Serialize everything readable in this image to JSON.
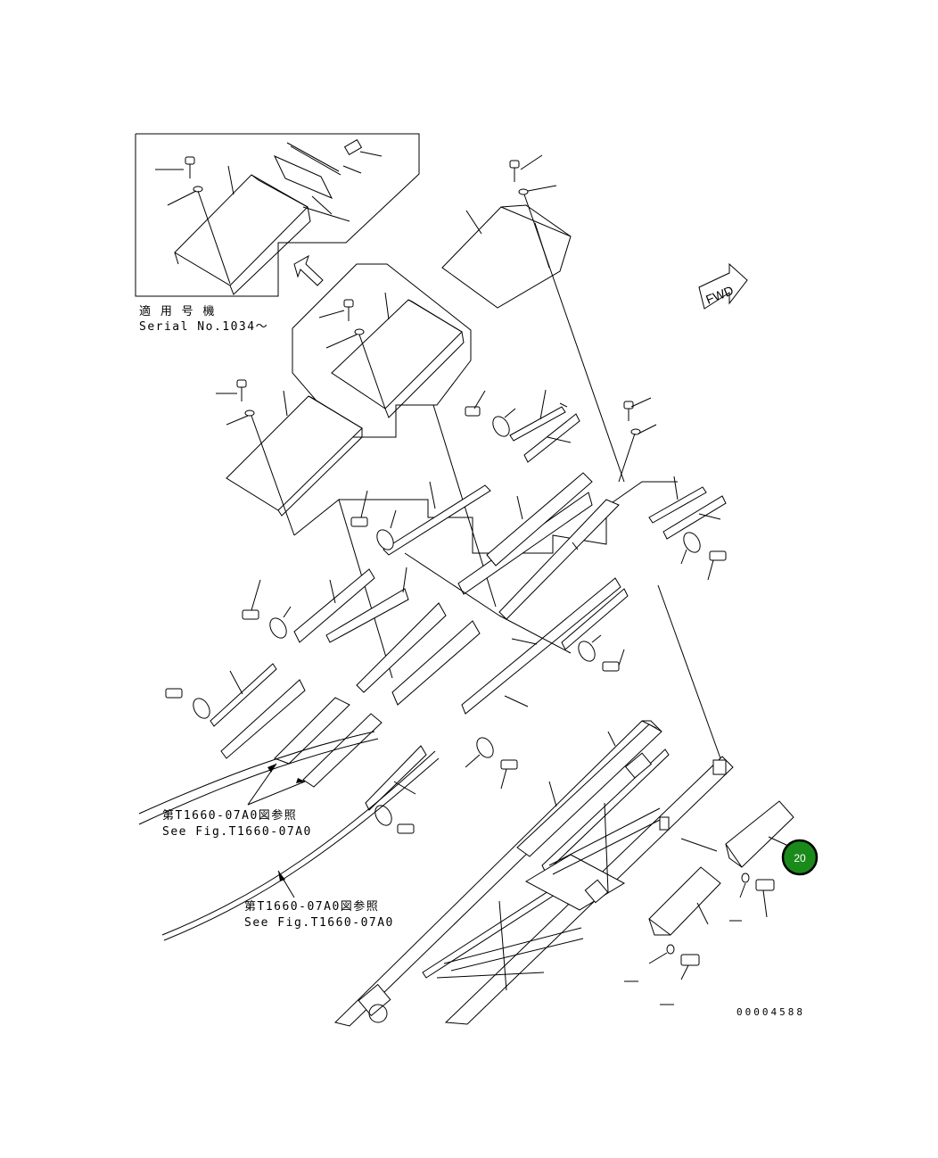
{
  "inset": {
    "applicable_label": "適 用 号 機",
    "serial_label": "Serial No.1034～"
  },
  "fwd_label": "FWD",
  "references": [
    {
      "jp": "第T1660-07A0図参照",
      "en": "See Fig.T1660-07A0"
    },
    {
      "jp": "第T1660-07A0図参照",
      "en": "See Fig.T1660-07A0"
    }
  ],
  "drawing_number": "00004588",
  "callouts": [
    {
      "label": "20",
      "color": "#1a8a1a",
      "border": "#000000"
    }
  ],
  "colors": {
    "line": "#000000",
    "background": "#ffffff",
    "callout": "#1a8a1a"
  }
}
